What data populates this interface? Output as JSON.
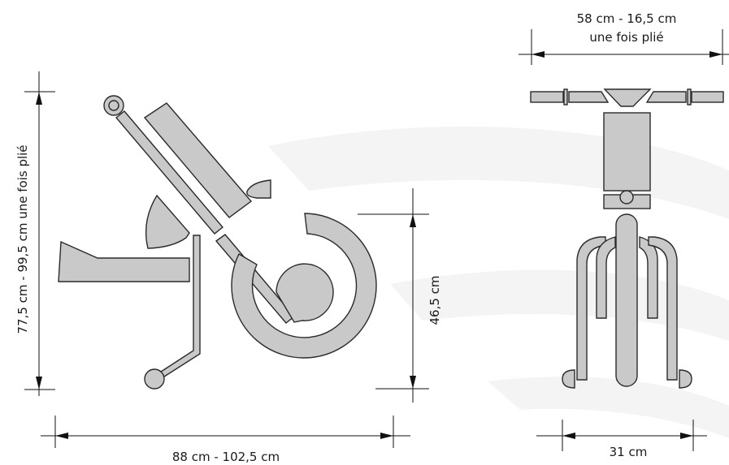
{
  "dimensions": {
    "side_height": "77,5 cm - 99,5 cm une fois plié",
    "side_length": "88 cm - 102,5 cm",
    "wheel_height": "46,5 cm",
    "front_width_line1": "58 cm - 16,5 cm",
    "front_width_line2": "une fois plié",
    "front_base_width": "31 cm"
  },
  "colors": {
    "part_fill": "#c9c9c9",
    "outline": "#2a2a2a",
    "dimension_line": "#111111"
  }
}
